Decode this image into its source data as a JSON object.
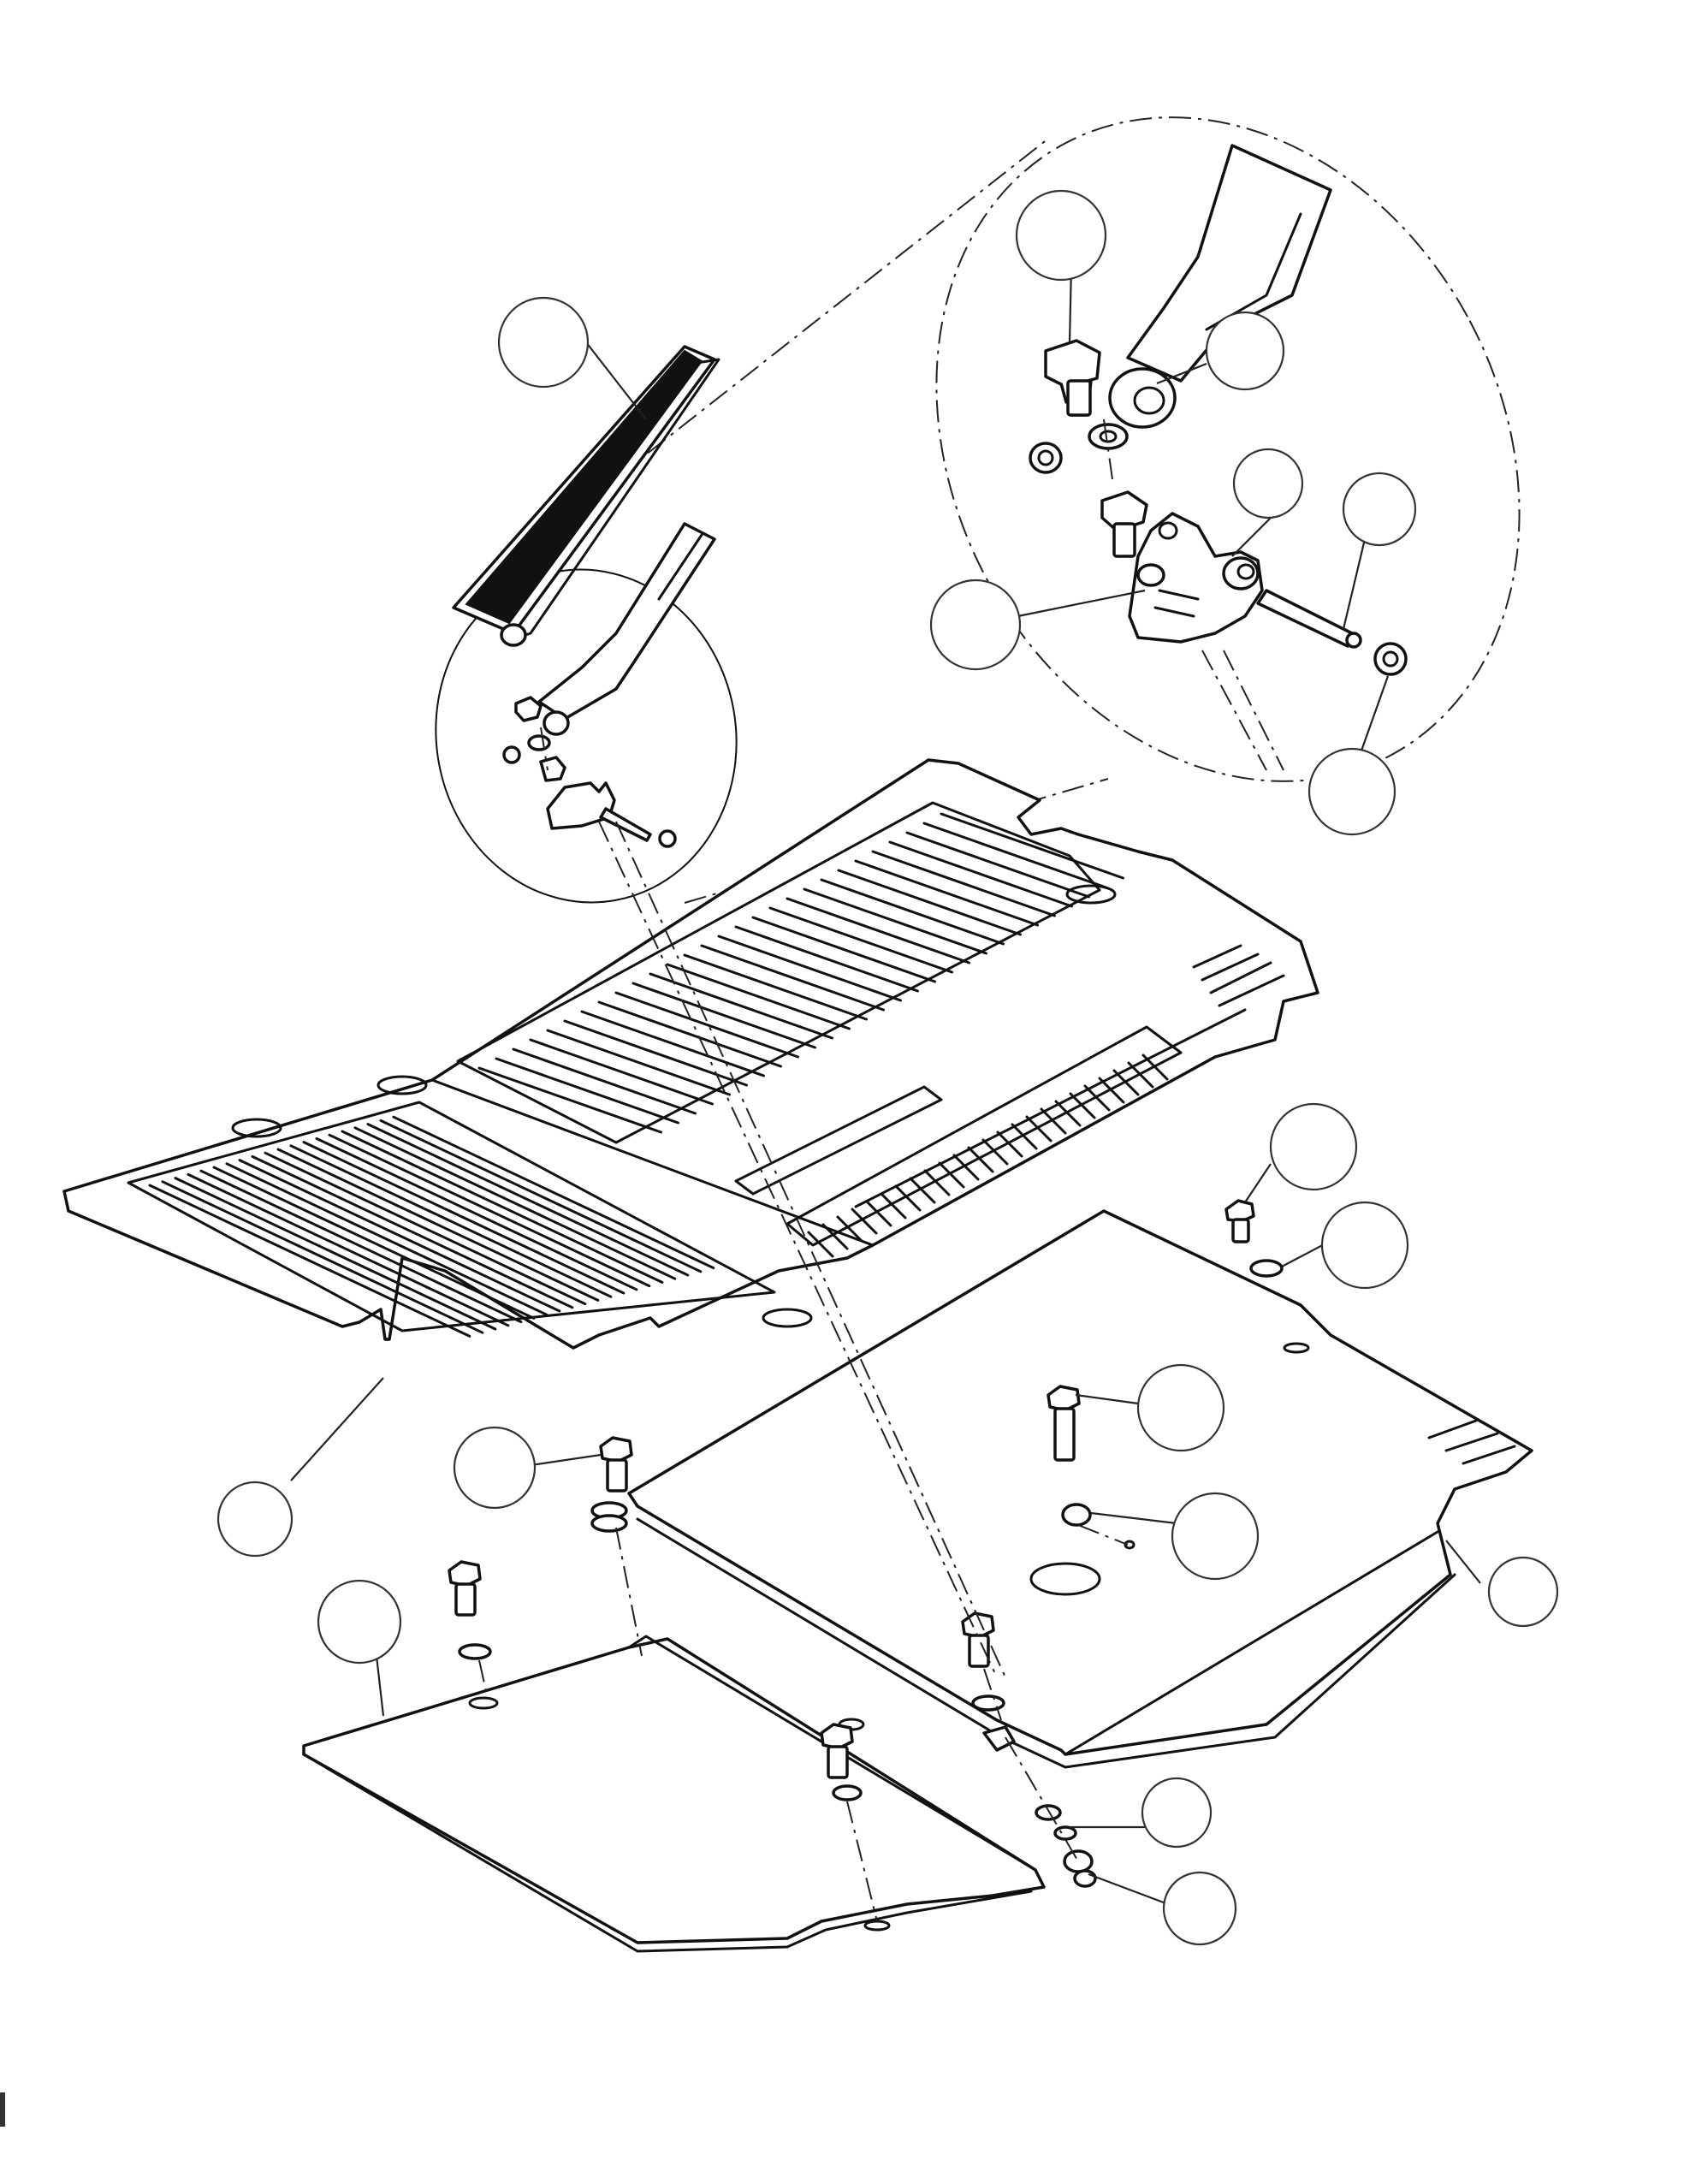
{
  "diagram": {
    "title": "",
    "callouts": [
      {
        "id": "c1"
      },
      {
        "id": "c2"
      },
      {
        "id": "c3"
      },
      {
        "id": "c4"
      },
      {
        "id": "c5"
      },
      {
        "id": "c6"
      },
      {
        "id": "c7"
      },
      {
        "id": "c8"
      },
      {
        "id": "c9"
      },
      {
        "id": "c10"
      },
      {
        "id": "c11"
      },
      {
        "id": "c12"
      },
      {
        "id": "c13"
      },
      {
        "id": "c14"
      },
      {
        "id": "c15"
      },
      {
        "id": "c16"
      },
      {
        "id": "c17"
      },
      {
        "id": "c18"
      }
    ],
    "parts": [
      "accelerator-pedal",
      "pedal-arm",
      "hinge-bracket",
      "floor-mat",
      "rear-floor-plate",
      "front-floor-plate",
      "bolts",
      "washers",
      "nuts"
    ],
    "colors": {
      "ink": "#111111",
      "paper": "#ffffff"
    }
  }
}
